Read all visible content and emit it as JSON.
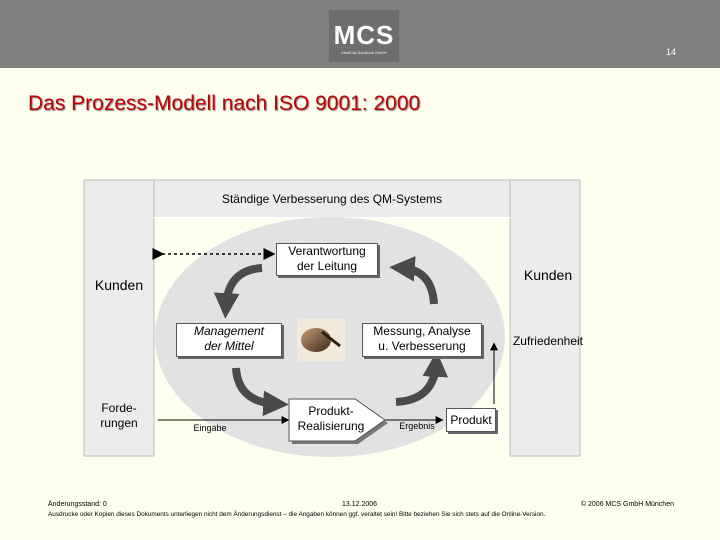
{
  "header": {
    "logo_text": "MCS",
    "logo_subtext": "MediCal-Solutions GmbH",
    "page_number": "14"
  },
  "title": "Das Prozess-Modell nach ISO 9001: 2000",
  "diagram": {
    "top_banner": "Ständige Verbesserung des QM-Systems",
    "left_customers": "Kunden",
    "right_customers": "Kunden",
    "left_requirements": "Forde-\nrungen",
    "right_satisfaction": "Zufriedenheit",
    "box_responsibility": "Verantwortung\nder Leitung",
    "box_resources": "Management\nder Mittel",
    "box_measurement": "Messung, Analyse\nu. Verbesserung",
    "box_realization": "Produkt-\nRealisierung",
    "input_label": "Eingabe",
    "result_label": "Ergebnis",
    "product_label": "Produkt"
  },
  "footer": {
    "revision": "Änderungsstand: 0",
    "date": "13.12.2006",
    "copyright": "© 2006 MCS GmbH München",
    "disclaimer": "Ausdrucke oder Kopien dieses Dokuments unterliegen nicht dem Änderungsdienst – die Angaben können ggf. veraltet sein! Bitte beziehen Sie sich stets auf die Online-Version."
  },
  "colors": {
    "header": "#7f7f7f",
    "title": "#c00000",
    "background": "#fffff0",
    "ellipse": "#e2e2e2",
    "panel": "#ececec"
  }
}
